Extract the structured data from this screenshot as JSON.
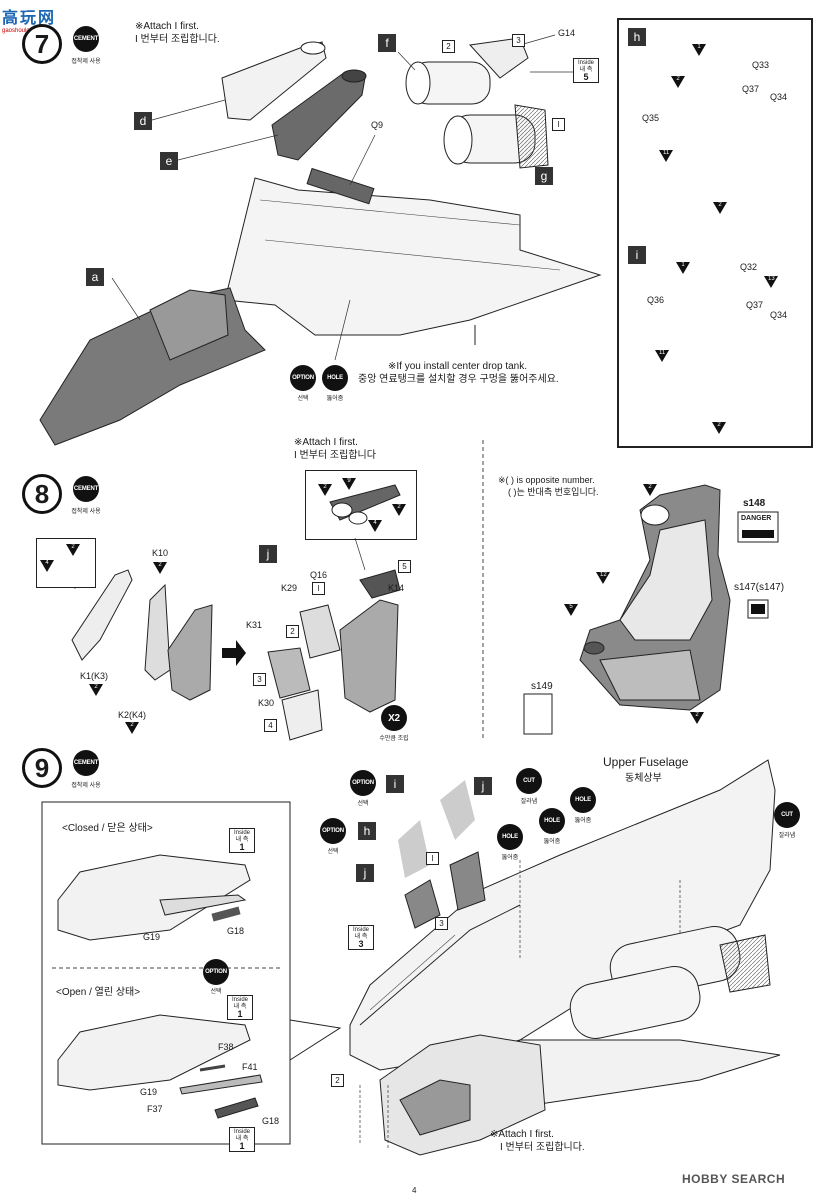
{
  "watermark": {
    "text": "高玩网",
    "sub": "gaoshoulou.com"
  },
  "step7": {
    "number": "7",
    "cement_badge": "CEMENT",
    "cement_caption": "접착제 사용",
    "attach_note_en": "※Attach I first.",
    "attach_note_ko": "I 번부터 조립합니다.",
    "labels": [
      "d",
      "e",
      "f",
      "g",
      "a",
      "h",
      "i"
    ],
    "parts": [
      "Q9",
      "G14",
      "2",
      "3",
      "I"
    ],
    "inside_tag": {
      "en": "Inside",
      "ko": "내 측",
      "num": "5"
    },
    "option_badge": "OPTION",
    "option_caption": "선택",
    "hole_badge": "HOLE",
    "hole_caption": "뚫어줌",
    "drop_tank_note_en": "※If you install center drop tank.",
    "drop_tank_note_ko": "중앙 연료탱크를 설치할 경우 구멍을 뚫어주세요.",
    "figure_h": {
      "parts": [
        "Q33",
        "Q37",
        "Q34",
        "Q35"
      ],
      "paint": [
        "1",
        "2",
        "11",
        "2"
      ]
    },
    "figure_i": {
      "parts": [
        "Q32",
        "Q36",
        "Q37",
        "Q34"
      ],
      "paint": [
        "1",
        "13",
        "11",
        "2"
      ]
    }
  },
  "step8": {
    "number": "8",
    "cement_badge": "CEMENT",
    "cement_caption": "접착제 사용",
    "attach_note_en": "※Attach I first.",
    "attach_note_ko": "I 번부터 조립합니다",
    "left_parts": [
      "K10",
      "K1(K3)",
      "K2(K4)"
    ],
    "left_paint": [
      "2",
      "4",
      "2",
      "2",
      "2"
    ],
    "label_j": "j",
    "center_parts": [
      "Q16",
      "K29",
      "K31",
      "K30",
      "K14"
    ],
    "center_boxes": [
      "I",
      "2",
      "3",
      "4",
      "5"
    ],
    "inset_paint": [
      "2",
      "9",
      "2",
      "4"
    ],
    "x2_badge": "X2",
    "x2_caption": "수만큼 조립",
    "opposite_note_en": "※( ) is opposite number.",
    "opposite_note_ko": "( )는 반대측 번호입니다.",
    "seat_parts": [
      "s148",
      "s147(s147)",
      "s149"
    ],
    "seat_paint": [
      "2",
      "12",
      "5",
      "2"
    ],
    "danger_decal": "DANGER"
  },
  "step9": {
    "number": "9",
    "cement_badge": "CEMENT",
    "cement_caption": "접착제 사용",
    "closed_label": "<Closed / 닫은 상태>",
    "open_label": "<Open / 열린 상태>",
    "closed_parts": [
      "G19",
      "G18"
    ],
    "open_parts": [
      "F38",
      "F41",
      "G19",
      "F37",
      "G18"
    ],
    "inside_tag": {
      "en": "Inside",
      "ko": "내 측",
      "num": "1"
    },
    "option_badge": "OPTION",
    "option_caption": "선택",
    "cut_badge": "CUT",
    "cut_caption": "잘라냄",
    "hole_badge": "HOLE",
    "hole_caption": "뚫어줌",
    "upper_fuselage_en": "Upper Fuselage",
    "upper_fuselage_ko": "동체상부",
    "labels": [
      "i",
      "j",
      "h",
      "j"
    ],
    "boxes": [
      "I",
      "3",
      "2"
    ],
    "inside_tag2": {
      "en": "Inside",
      "ko": "내 측",
      "num": "3"
    },
    "attach_note_en": "※Attach I first.",
    "attach_note_ko": "I 번부터 조립합니다."
  },
  "footer": {
    "page_number": "4",
    "source_mark": "HOBBY SEARCH"
  }
}
